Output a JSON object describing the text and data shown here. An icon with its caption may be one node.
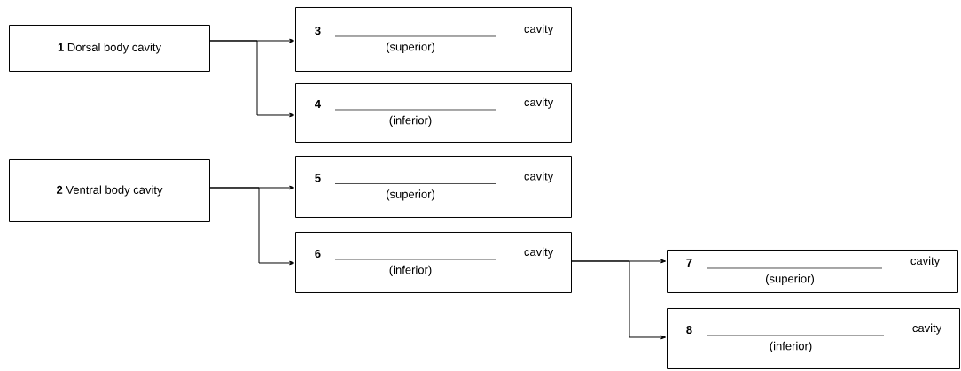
{
  "diagram": {
    "nodes": [
      {
        "text": [
          "**1** Dorsal body cavity"
        ]
      },
      {
        "text": [
          "3",
          "cavity",
          "(superior)"
        ]
      },
      {
        "text": [
          "4",
          "cavity",
          "(inferior)"
        ]
      },
      {
        "text": [
          "**2** Ventral body cavity"
        ]
      },
      {
        "text": [
          "5",
          "cavity",
          "(superior)"
        ]
      },
      {
        "text": [
          "6",
          "cavity",
          "(inferior)"
        ]
      },
      {
        "text": [
          "7",
          "cavity",
          "(superior)"
        ]
      },
      {
        "text": [
          "8",
          "cavity",
          "(inferior)"
        ]
      }
    ],
    "edges": [
      {
        "from": 0,
        "to": 1,
        "arrow": "to"
      },
      {
        "from": 0,
        "to": 2,
        "arrow": "to"
      },
      {
        "from": 3,
        "to": 4,
        "arrow": "to"
      },
      {
        "from": 3,
        "to": 5,
        "arrow": "to"
      },
      {
        "from": 5,
        "to": 6,
        "arrow": "to"
      },
      {
        "from": 5,
        "to": 7,
        "arrow": "to"
      }
    ]
  }
}
